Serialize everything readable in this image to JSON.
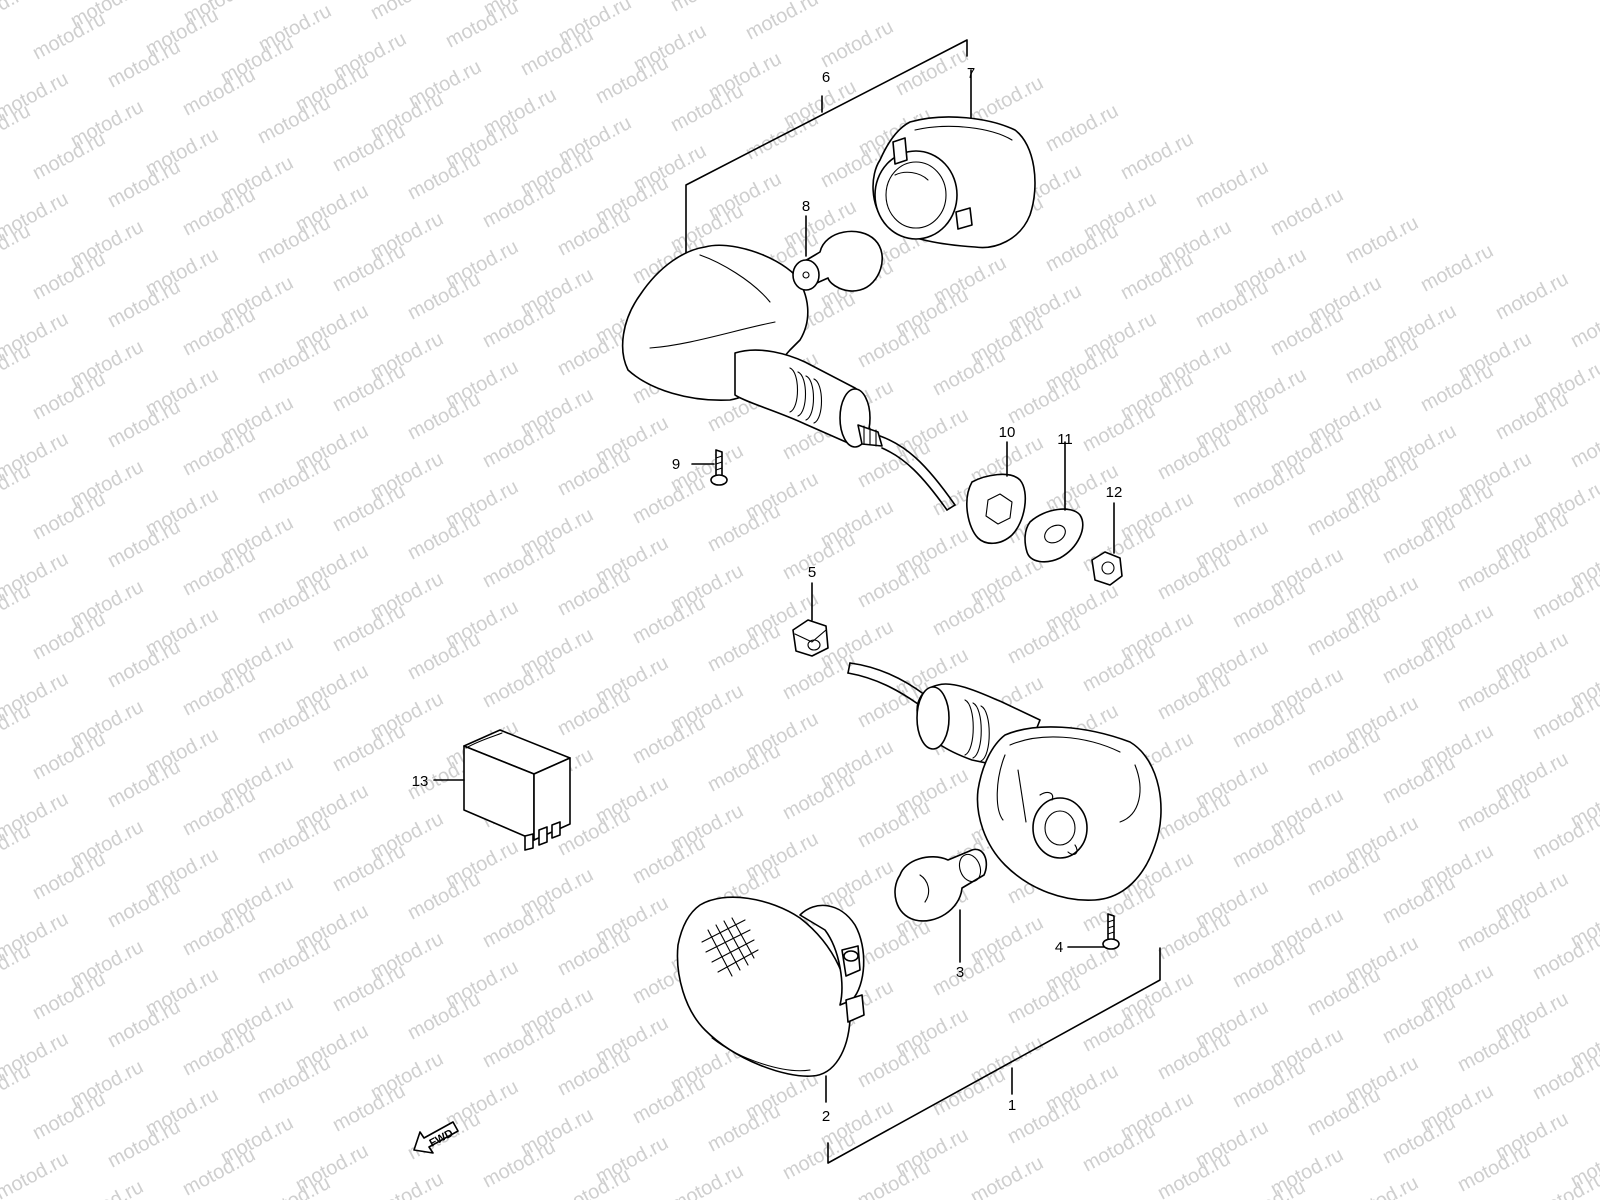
{
  "watermark": "motod.ru",
  "labels": {
    "p1": "1",
    "p2": "2",
    "p3": "3",
    "p4": "4",
    "p5": "5",
    "p6": "6",
    "p7": "7",
    "p8": "8",
    "p9": "9",
    "p10": "10",
    "p11": "11",
    "p12": "12",
    "p13": "13"
  },
  "fwd": "FWD"
}
